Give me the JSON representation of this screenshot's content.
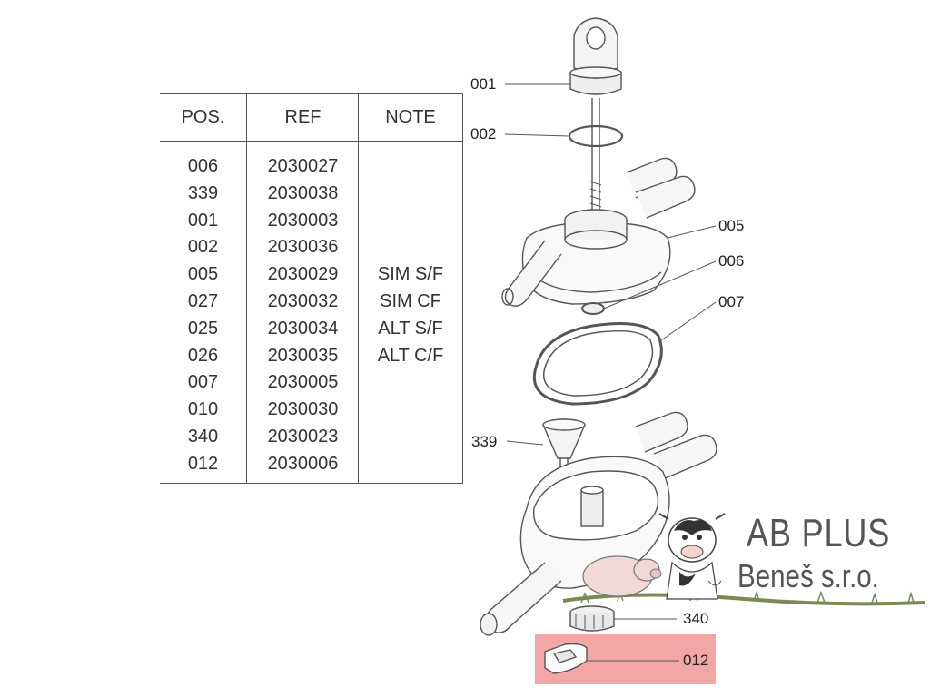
{
  "table": {
    "headers": {
      "pos": "POS.",
      "ref": "REF",
      "note": "NOTE"
    },
    "rows": [
      {
        "pos": "006",
        "ref": "2030027",
        "note": ""
      },
      {
        "pos": "339",
        "ref": "2030038",
        "note": ""
      },
      {
        "pos": "001",
        "ref": "2030003",
        "note": ""
      },
      {
        "pos": "002",
        "ref": "2030036",
        "note": ""
      },
      {
        "pos": "005",
        "ref": "2030029",
        "note": "SIM S/F"
      },
      {
        "pos": "027",
        "ref": "2030032",
        "note": "SIM CF"
      },
      {
        "pos": "025",
        "ref": "2030034",
        "note": "ALT S/F"
      },
      {
        "pos": "026",
        "ref": "2030035",
        "note": "ALT C/F"
      },
      {
        "pos": "007",
        "ref": "2030005",
        "note": ""
      },
      {
        "pos": "010",
        "ref": "2030030",
        "note": ""
      },
      {
        "pos": "340",
        "ref": "2030023",
        "note": ""
      },
      {
        "pos": "012",
        "ref": "2030006",
        "note": ""
      }
    ]
  },
  "callouts": {
    "c001": "001",
    "c002": "002",
    "c005": "005",
    "c006": "006",
    "c007": "007",
    "c339": "339",
    "c340": "340",
    "c012": "012"
  },
  "highlight": {
    "part": "012",
    "color": "#f2a6a6"
  },
  "logo": {
    "line1": "AB PLUS",
    "line2": "Beneš s.r.o."
  },
  "colors": {
    "line": "#555555",
    "text": "#333333",
    "grass": "#7a8a55"
  }
}
